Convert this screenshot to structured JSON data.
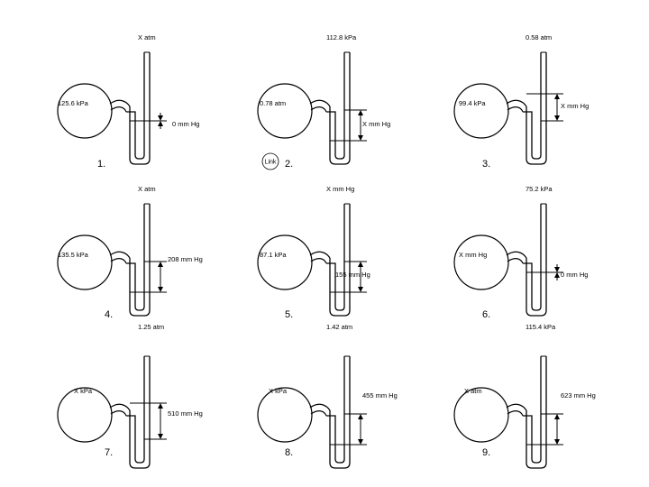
{
  "link_label": "Link",
  "problems": [
    {
      "number": "1.",
      "open_label": "X atm",
      "bulb_label": "125.6 kPa",
      "diff_label": "0 mm Hg",
      "level": "equal"
    },
    {
      "number": "2.",
      "open_label": "112.8 kPa",
      "bulb_label": "0.78 atm",
      "diff_label": "X mm Hg",
      "level": "open_high"
    },
    {
      "number": "3.",
      "open_label": "0.58 atm",
      "bulb_label": "99.4 kPa",
      "diff_label": "X mm Hg",
      "level": "bulb_high"
    },
    {
      "number": "4.",
      "open_label": "X atm",
      "bulb_label": "135.5 kPa",
      "diff_label": "208 mm Hg",
      "level": "open_high"
    },
    {
      "number": "5.",
      "open_label": "X mm Hg",
      "bulb_label": "87.1 kPa",
      "diff_label": "155 mm Hg",
      "level": "open_high"
    },
    {
      "number": "6.",
      "open_label": "75.2 kPa",
      "bulb_label": "X mm Hg",
      "diff_label": "0 mm Hg",
      "level": "equal"
    },
    {
      "number": "7.",
      "open_label": "1.25 atm",
      "bulb_label": "X kPa",
      "diff_label": "510 mm Hg",
      "level": "bulb_high"
    },
    {
      "number": "8.",
      "open_label": "1.42 atm",
      "bulb_label": "X kPa",
      "diff_label": "455 mm Hg",
      "level": "open_high"
    },
    {
      "number": "9.",
      "open_label": "115.4 kPa",
      "bulb_label": "X atm",
      "diff_label": "623 mm Hg",
      "level": "open_high"
    }
  ]
}
